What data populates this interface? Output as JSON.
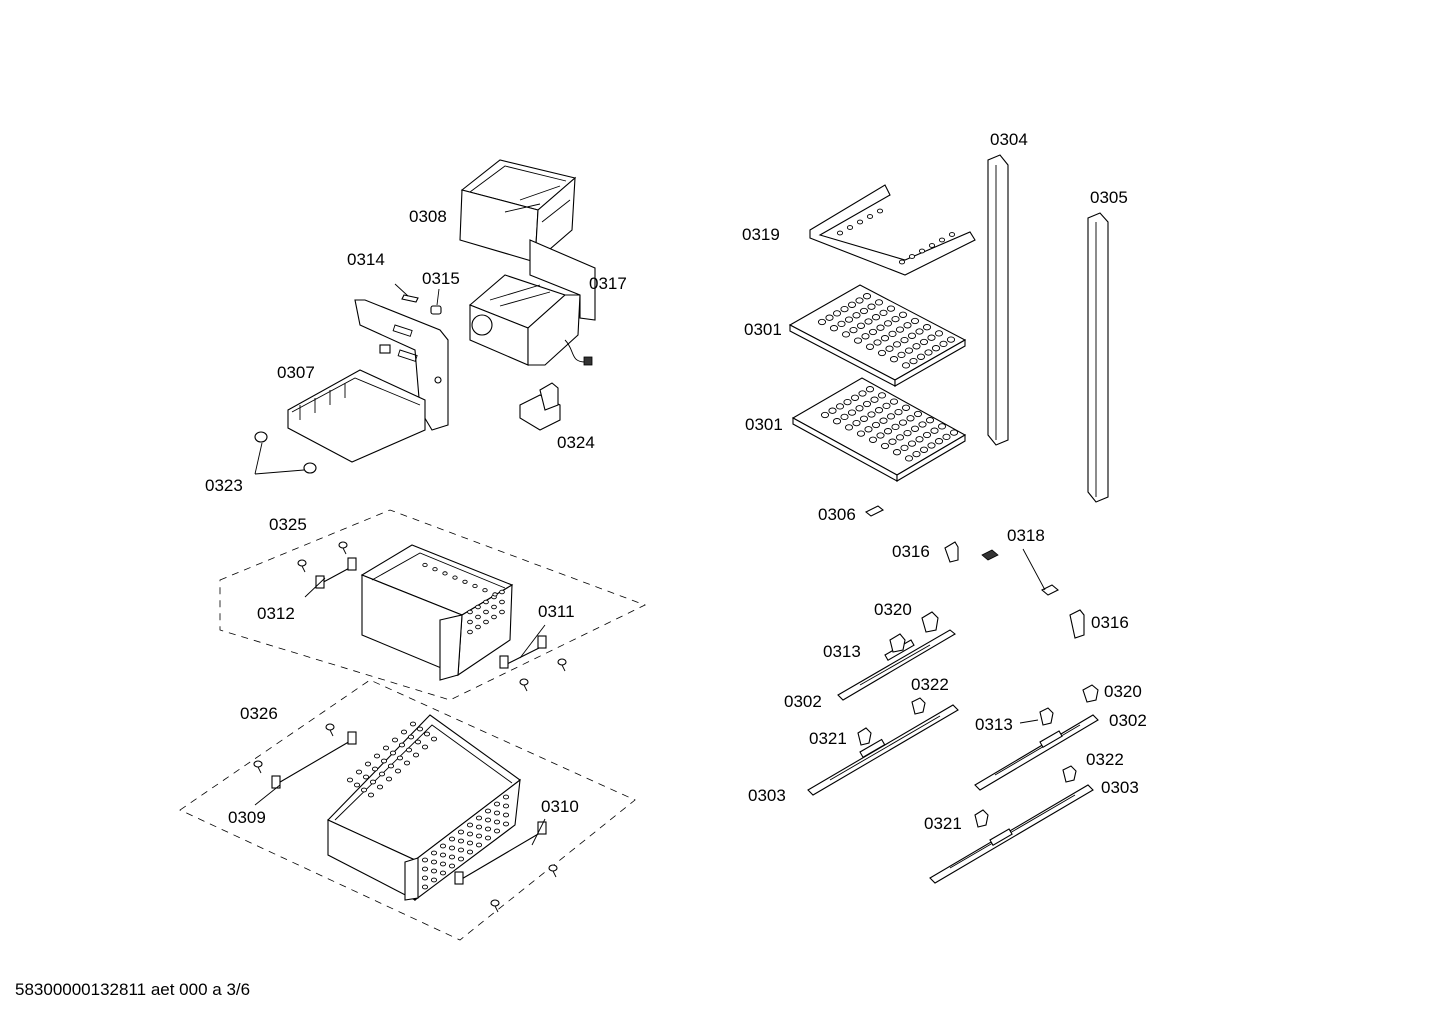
{
  "labels": {
    "p0304": "0304",
    "p0305": "0305",
    "p0308": "0308",
    "p0319": "0319",
    "p0314": "0314",
    "p0315": "0315",
    "p0317": "0317",
    "p0301a": "0301",
    "p0307": "0307",
    "p0301b": "0301",
    "p0324": "0324",
    "p0323": "0323",
    "p0306": "0306",
    "p0325": "0325",
    "p0318": "0318",
    "p0316a": "0316",
    "p0312": "0312",
    "p0311": "0311",
    "p0320a": "0320",
    "p0316b": "0316",
    "p0313a": "0313",
    "p0322a": "0322",
    "p0302a": "0302",
    "p0320b": "0320",
    "p0326": "0326",
    "p0313b": "0313",
    "p0302b": "0302",
    "p0321a": "0321",
    "p0322b": "0322",
    "p0303a": "0303",
    "p0303b": "0303",
    "p0310": "0310",
    "p0309": "0309",
    "p0321b": "0321"
  },
  "footer": "58300000132811 aet 000 a 3/6"
}
